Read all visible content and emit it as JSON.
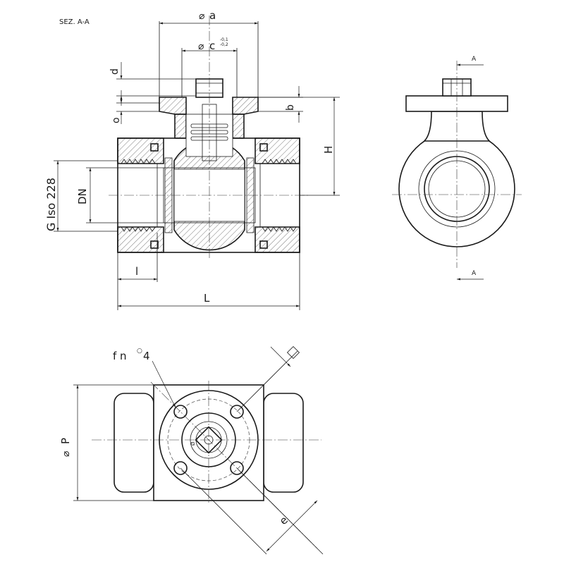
{
  "section_label": "SEZ. A-A",
  "dims": {
    "a": "a",
    "c": "c",
    "c_tol_upper": "-0,1",
    "c_tol_lower": "-0,2",
    "d": "d",
    "o": "o",
    "b": "b",
    "H": "H",
    "thread": "G Iso 228",
    "DN": "DN",
    "l": "l",
    "L": "L",
    "f": "f n",
    "f_count": "4",
    "P": "P",
    "e": "e"
  },
  "section_marks": {
    "top": "A",
    "bottom": "A"
  }
}
